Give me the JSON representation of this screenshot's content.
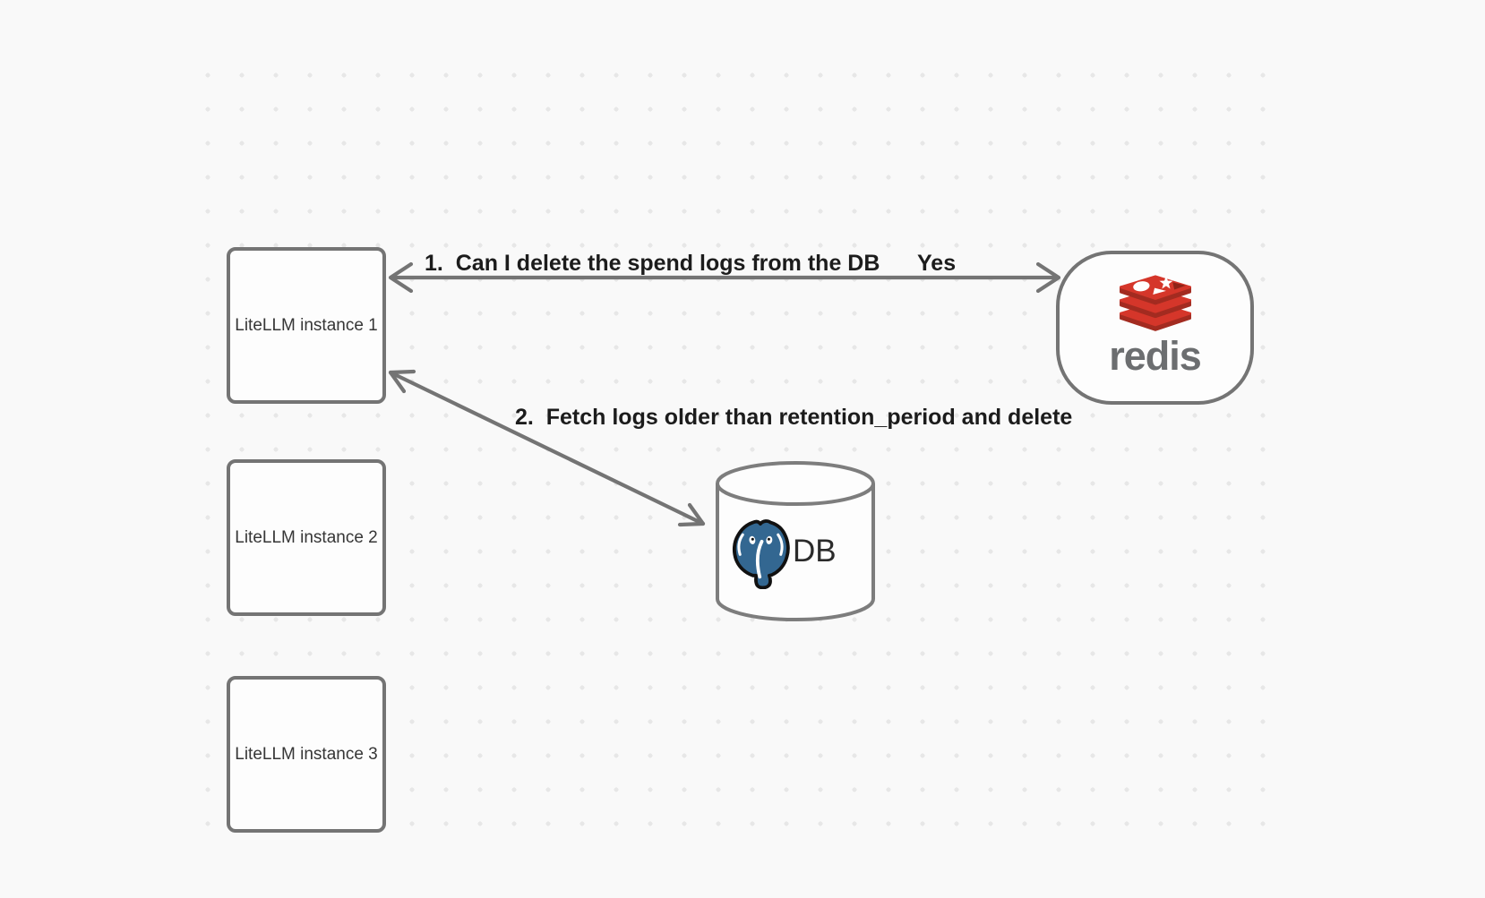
{
  "nodes": {
    "litellm_instances": [
      {
        "label": "LiteLLM instance 1"
      },
      {
        "label": "LiteLLM instance 2"
      },
      {
        "label": "LiteLLM instance 3"
      }
    ],
    "redis": {
      "wordmark": "redis"
    },
    "db": {
      "label": "DB"
    }
  },
  "arrows": {
    "redis_litellm": {
      "label": "1.  Can I delete the spend logs from the DB",
      "response": "Yes"
    },
    "litellm_db": {
      "label": "2.  Fetch logs older than retention_period and delete"
    }
  },
  "colors": {
    "background": "#f9f9f9",
    "grid_dot": "#e7e7e7",
    "stroke_gray": "#747474",
    "label_text": "#1c1c1c",
    "redis_red": "#d5362a",
    "redis_red_dark": "#a32b20",
    "redis_red_darker": "#8f2318",
    "redis_wordmark_gray": "#6c6e70",
    "postgres_blue": "#336791"
  }
}
